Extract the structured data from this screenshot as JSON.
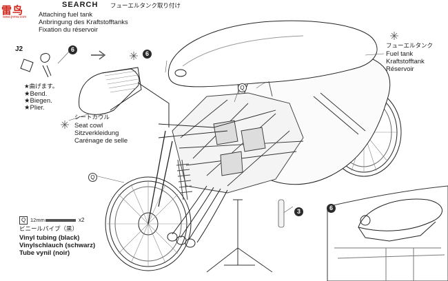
{
  "watermark": {
    "text_jp": "雷鸟",
    "text_sub": "www.jnmw.com"
  },
  "header": {
    "title": "SEARCH",
    "title_jp": "フューエルタンク取り付け"
  },
  "step_title": {
    "en": "Attaching fuel tank",
    "de": "Anbringung des Kraftstofftanks",
    "fr": "Fixation du réservoir"
  },
  "part_j2": "J2",
  "callouts": {
    "six": "6",
    "three": "3",
    "q": "Q"
  },
  "bend_note": {
    "jp": "★曲げます。",
    "en": "★Bend.",
    "de": "★Biegen.",
    "fr": "★Plier."
  },
  "seat_cowl": {
    "jp": "シートカウル",
    "en": "Seat cowl",
    "de": "Sitzverkleidung",
    "fr": "Carénage de selle"
  },
  "fuel_tank": {
    "jp": "フューエルタンク",
    "en": "Fuel tank",
    "de": "Kraftstofftank",
    "fr": "Réservoir"
  },
  "tubing": {
    "label": "Q",
    "length": "12mm",
    "qty": "x2",
    "jp": "ビニールパイプ（黒）",
    "en": "Vinyl tubing (black)",
    "de": "Vinylschlauch (schwarz)",
    "fr": "Tube vynil (noir)"
  },
  "colors": {
    "ink": "#1a1a1a",
    "logo": "#d0281e"
  },
  "icons": [
    "grease-icon",
    "arrow-right-icon",
    "motorcycle-illustration",
    "inset-detail"
  ]
}
